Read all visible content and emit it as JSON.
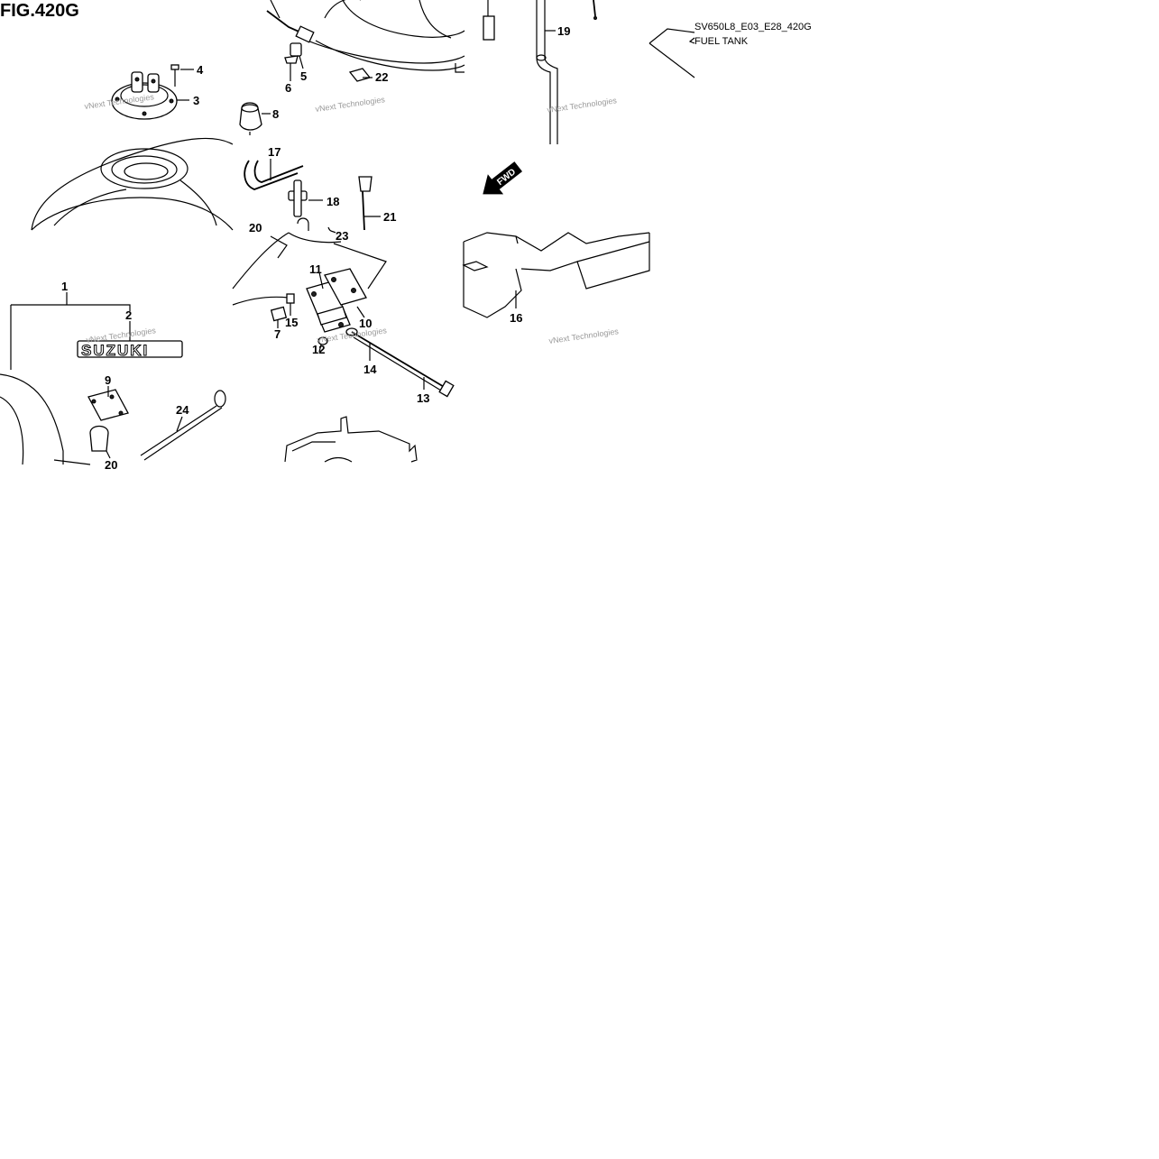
{
  "figure": {
    "title": "FIG.420G",
    "code": "SV650L8_E03_E28_420G",
    "name": "FUEL TANK",
    "fwd_label": "FWD",
    "emblem_text": "SUZUKI",
    "watermark": "vNext Technologies"
  },
  "callouts": {
    "c1": "1",
    "c2": "2",
    "c3": "3",
    "c4": "4",
    "c5": "5",
    "c6": "6",
    "c7": "7",
    "c8": "8",
    "c9": "9",
    "c10": "10",
    "c11": "11",
    "c12": "12",
    "c13": "13",
    "c14": "14",
    "c15": "15",
    "c16": "16",
    "c17": "17",
    "c18": "18",
    "c19": "19",
    "c20": "20",
    "c21": "21",
    "c22": "22",
    "c23": "23",
    "c24": "24",
    "c20b": "20"
  },
  "colors": {
    "line": "#000000",
    "watermark": "#9a9a9a",
    "background": "#ffffff"
  }
}
